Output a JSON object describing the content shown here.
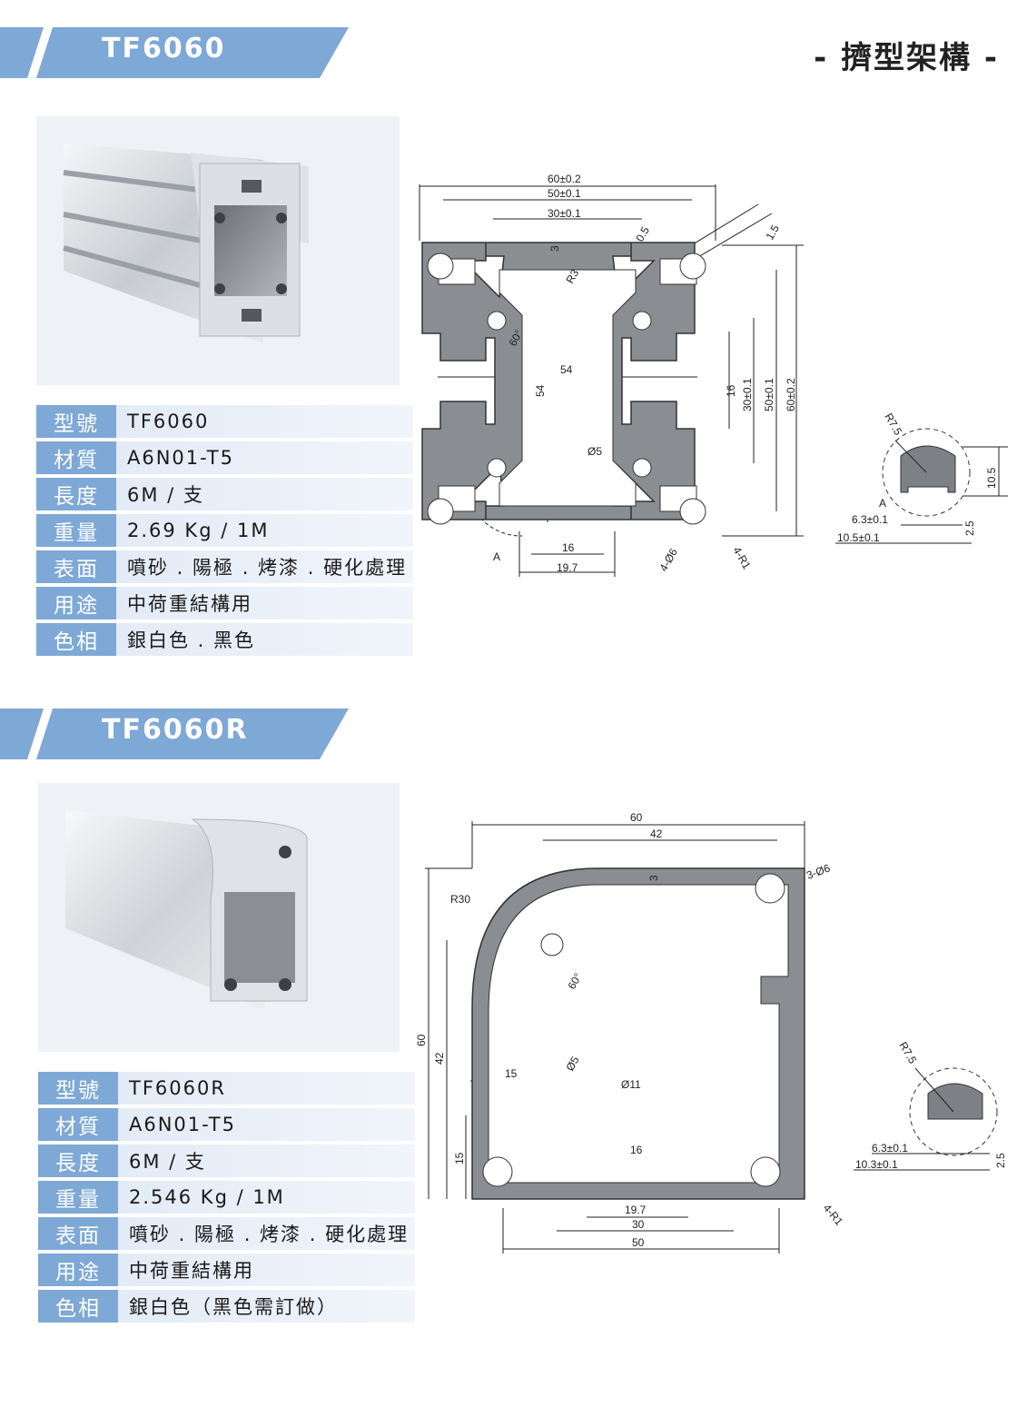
{
  "header": {
    "category": "- 擠型架構 -"
  },
  "products": [
    {
      "title": "TF6060",
      "specs": [
        {
          "key": "型號",
          "value": "TF6060"
        },
        {
          "key": "材質",
          "value": "A6N01-T5"
        },
        {
          "key": "長度",
          "value": "6M / 支"
        },
        {
          "key": "重量",
          "value": "2.69 Kg / 1M"
        },
        {
          "key": "表面",
          "value": "噴砂 . 陽極 . 烤漆 . 硬化處理"
        },
        {
          "key": "用途",
          "value": "中荷重結構用"
        },
        {
          "key": "色相",
          "value": "銀白色 . 黑色"
        }
      ],
      "dims": {
        "w_outer": "60±0.2",
        "w_mid": "50±0.1",
        "w_inner": "30±0.1",
        "t1": "0.5",
        "t2": "1.5",
        "wall": "3",
        "r": "R3",
        "ang": "60°",
        "inner_w": "54",
        "inner_h": "54",
        "slot": "16",
        "h_inner": "30±0.1",
        "h_mid": "50±0.1",
        "h_outer": "60±0.2",
        "hole": "Ø5",
        "detail": "A",
        "bottom16": "16",
        "bottom197": "19.7",
        "holes4": "4-Ø6",
        "r4": "4-R1",
        "det_r": "R7.5",
        "det_a": "6.3±0.1",
        "det_b": "10.5±0.1",
        "det_h": "10.5",
        "det_t": "2.5"
      }
    },
    {
      "title": "TF6060R",
      "specs": [
        {
          "key": "型號",
          "value": "TF6060R"
        },
        {
          "key": "材質",
          "value": "A6N01-T5"
        },
        {
          "key": "長度",
          "value": "6M / 支"
        },
        {
          "key": "重量",
          "value": "2.546 Kg / 1M"
        },
        {
          "key": "表面",
          "value": "噴砂 . 陽極 . 烤漆 . 硬化處理"
        },
        {
          "key": "用途",
          "value": "中荷重結構用"
        },
        {
          "key": "色相",
          "value": "銀白色（黑色需訂做）"
        }
      ],
      "dims": {
        "w_outer": "60",
        "w_inner": "42",
        "wall": "3",
        "holes": "3-Ø6",
        "r30": "R30",
        "ang": "60°",
        "h_outer": "60",
        "h_inner": "42",
        "d15": "15",
        "hole": "Ø5",
        "big": "Ø11",
        "slot": "16",
        "h15": "15",
        "b197": "19.7",
        "b30": "30",
        "b50": "50",
        "r4": "4-R1",
        "det_r": "R7.5",
        "det_a": "6.3±0.1",
        "det_b": "10.3±0.1",
        "det_t": "2.5"
      }
    }
  ]
}
